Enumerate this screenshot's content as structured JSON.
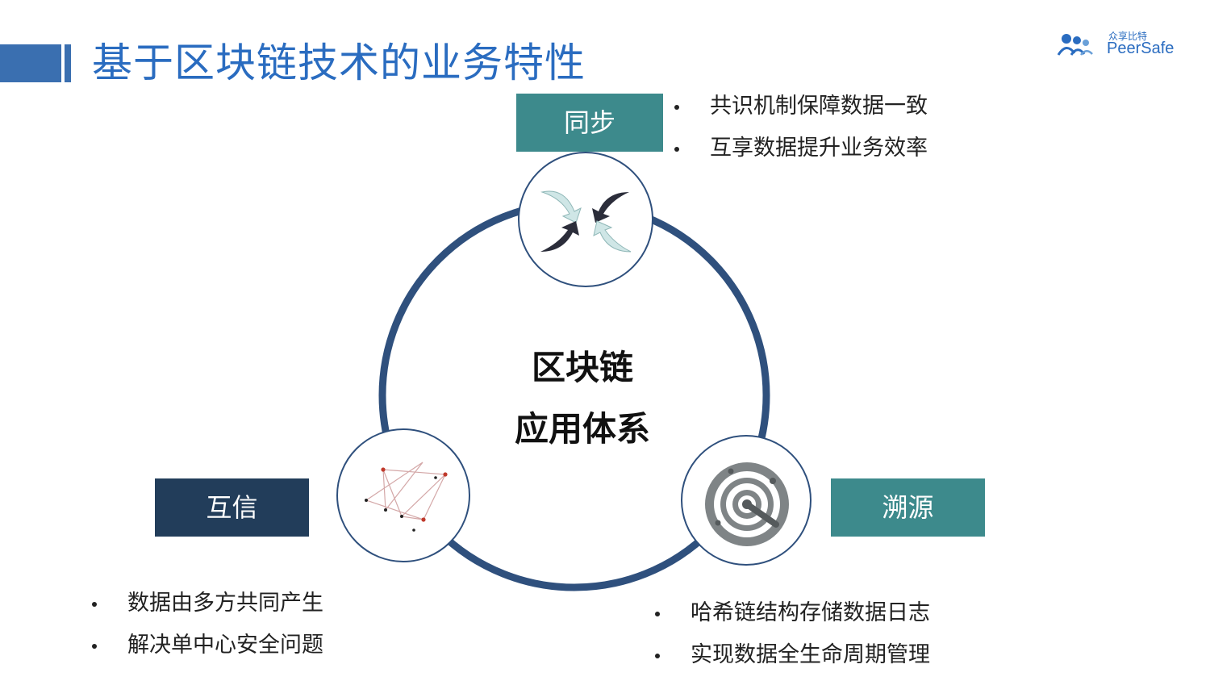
{
  "slide": {
    "title": "基于区块链技术的业务特性"
  },
  "logo": {
    "name_cn": "众享比特",
    "name_en": "PeerSafe"
  },
  "center": {
    "line1": "区块链",
    "line2": "应用体系"
  },
  "nodes": {
    "sync": {
      "label": "同步",
      "icon": "sync-arrows-icon",
      "bullets": [
        "共识机制保障数据一致",
        "互享数据提升业务效率"
      ]
    },
    "trust": {
      "label": "互信",
      "icon": "network-graph-icon",
      "bullets": [
        "数据由多方共同产生",
        "解决单中心安全问题"
      ]
    },
    "trace": {
      "label": "溯源",
      "icon": "radar-gauge-icon",
      "bullets": [
        "哈希链结构存储数据日志",
        "实现数据全生命周期管理"
      ]
    }
  },
  "colors": {
    "title": "#2a6cc0",
    "ring": "#2f507d",
    "teal_label": "#3d8a8c",
    "navy_label": "#223d5a",
    "node_border": "#2f507d"
  }
}
